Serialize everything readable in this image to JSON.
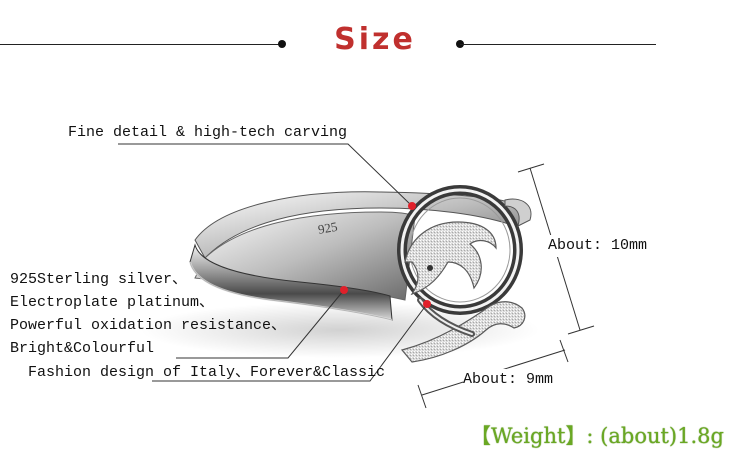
{
  "header": {
    "title": "Size",
    "accent_color": "#c0302e"
  },
  "callouts": {
    "carving": "Fine detail & high-tech carving",
    "silver": "925Sterling silver、",
    "platinum": "Electroplate platinum、",
    "oxidation": "Powerful oxidation resistance、",
    "bright": "Bright&Colourful",
    "fashion": "Fashion design of Italy、Forever&Classic"
  },
  "dimensions": {
    "height": "About: 10mm",
    "width": "About: 9mm"
  },
  "ring": {
    "engraving": "925"
  },
  "weight": {
    "text": "【Weight】: (about)1.8g",
    "color": "#6aa823"
  },
  "markers": {
    "color": "#e0202a"
  }
}
